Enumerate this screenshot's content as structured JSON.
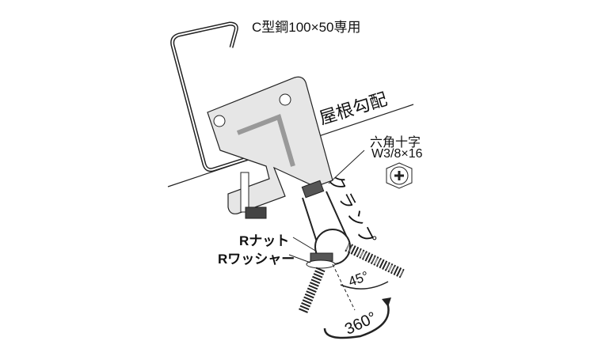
{
  "title": "C型鋼100×50専用",
  "labels": {
    "roof_pitch": "屋根勾配",
    "hex_cross_line1": "六角十字",
    "hex_cross_line2": "W3/8×16",
    "clamp": "クランプ",
    "r_nut": "Rナット",
    "r_washer": "Rワッシャー",
    "angle_45": "45°",
    "angle_360": "360°"
  },
  "colors": {
    "body": "#e6e6e6",
    "line": "#222222",
    "nut": "#555555"
  }
}
